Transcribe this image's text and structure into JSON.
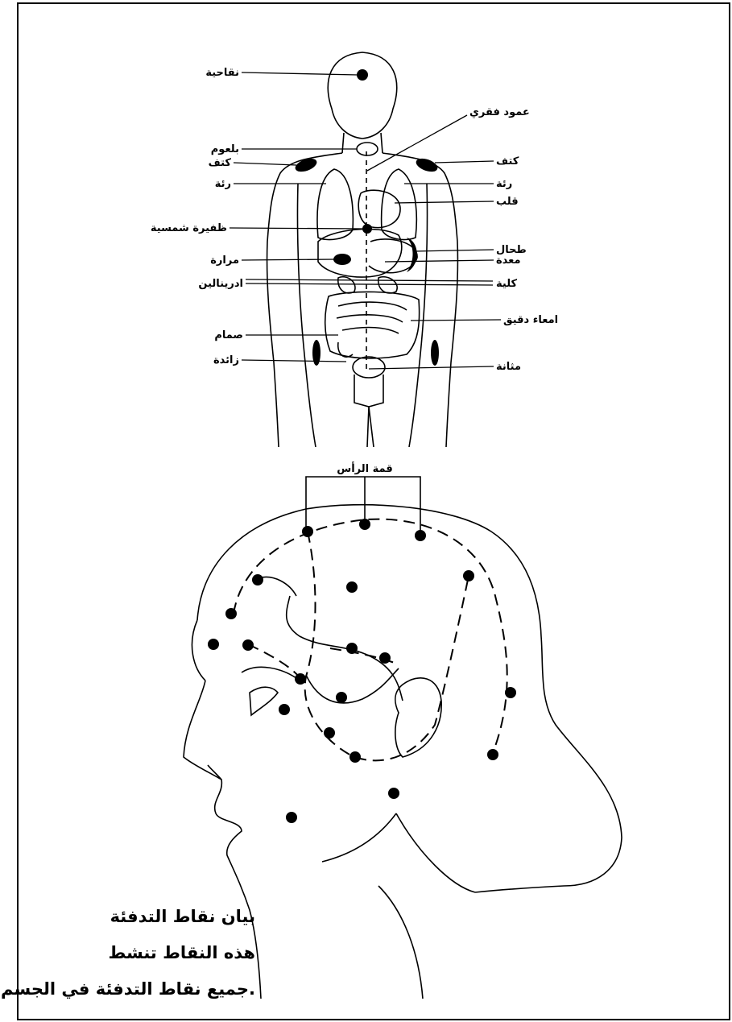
{
  "body_labels": {
    "left": [
      "نقاحية",
      "بلعوم",
      "كتف",
      "رئة",
      "ظفيرة شمسية",
      "مرارة",
      "ادرينالين",
      "صمام",
      "زائدة"
    ],
    "right": [
      "عمود فقري",
      "كتف",
      "رئة",
      "قلب",
      "طحال",
      "معدة",
      "كلية",
      "امعاء دقيق",
      "مثانة"
    ]
  },
  "head_label": "قمة الرأس",
  "caption": [
    "بيان نقاط التدفئة",
    "هذه النقاط تنشط",
    "جميع نقاط التدفئة في الجسم."
  ]
}
